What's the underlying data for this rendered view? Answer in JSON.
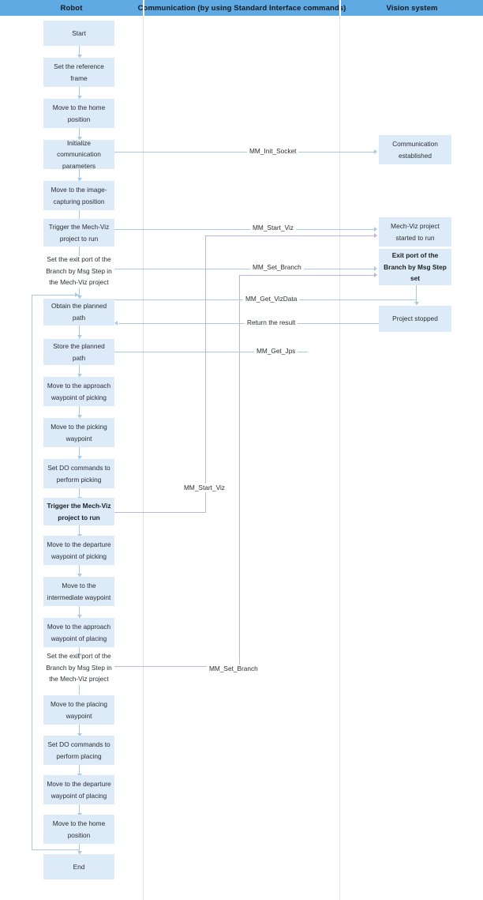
{
  "diagram": {
    "title": "Robot / Communication / Vision system sequence flowchart",
    "colors": {
      "header_band": "#5faae2",
      "node_fill": "#ddeaf7",
      "blue_connector": "#a8c9e4",
      "purple_connector": "#c3b3da",
      "lane_separator": "#e3e3e3"
    }
  },
  "lanes": [
    {
      "id": "robot",
      "label": "Robot"
    },
    {
      "id": "communication",
      "label": "Communication (by using Standard Interface commands)"
    },
    {
      "id": "vision",
      "label": "Vision system"
    }
  ],
  "robot_steps": [
    {
      "id": "start",
      "label": "Start",
      "style": "filled"
    },
    {
      "id": "set-reference",
      "label": "Set the reference frame",
      "style": "filled"
    },
    {
      "id": "move-home-1",
      "label": "Move to the home position",
      "style": "filled"
    },
    {
      "id": "init-comm",
      "label": "Initialize communication parameters",
      "style": "filled"
    },
    {
      "id": "move-image-capture",
      "label": "Move to the image-capturing position",
      "style": "filled"
    },
    {
      "id": "trigger-viz-1",
      "label": "Trigger the Mech-Viz project to run",
      "style": "filled"
    },
    {
      "id": "set-exit-port-1",
      "label": "Set the exit port of the Branch by Msg Step in the Mech-Viz project",
      "style": "plain"
    },
    {
      "id": "obtain-path",
      "label": "Obtain the planned path",
      "style": "filled"
    },
    {
      "id": "store-path",
      "label": "Store the planned path",
      "style": "filled"
    },
    {
      "id": "approach-picking",
      "label": "Move to the approach waypoint of picking",
      "style": "filled"
    },
    {
      "id": "picking-waypoint",
      "label": "Move to the picking waypoint",
      "style": "filled"
    },
    {
      "id": "do-picking",
      "label": "Set DO commands to perform picking",
      "style": "filled"
    },
    {
      "id": "trigger-viz-2",
      "label": "Trigger the Mech-Viz project to run",
      "style": "filled-bold"
    },
    {
      "id": "departure-picking",
      "label": "Move to the departure waypoint of picking",
      "style": "filled"
    },
    {
      "id": "intermediate",
      "label": "Move to the intermediate waypoint",
      "style": "filled"
    },
    {
      "id": "approach-placing",
      "label": "Move to the approach waypoint of placing",
      "style": "filled"
    },
    {
      "id": "set-exit-port-2",
      "label": "Set the exit port of the Branch by Msg Step in the Mech-Viz project",
      "style": "plain"
    },
    {
      "id": "placing-waypoint",
      "label": "Move to the placing waypoint",
      "style": "filled"
    },
    {
      "id": "do-placing",
      "label": "Set DO commands to perform placing",
      "style": "filled"
    },
    {
      "id": "departure-placing",
      "label": "Move to the departure waypoint of placing",
      "style": "filled"
    },
    {
      "id": "move-home-2",
      "label": "Move to the home position",
      "style": "filled"
    },
    {
      "id": "end",
      "label": "End",
      "style": "filled"
    }
  ],
  "vision_steps": [
    {
      "id": "comm-established",
      "label": "Communication established",
      "style": "filled"
    },
    {
      "id": "viz-started",
      "label": "Mech-Viz project started to run",
      "style": "filled"
    },
    {
      "id": "exit-port-set",
      "label": "Exit port of the Branch by Msg Step set",
      "style": "filled-bold"
    },
    {
      "id": "project-stopped",
      "label": "Project stopped",
      "style": "filled"
    }
  ],
  "messages": [
    {
      "id": "msg-init-socket",
      "label": "MM_Init_Socket"
    },
    {
      "id": "msg-start-viz-1",
      "label": "MM_Start_Viz"
    },
    {
      "id": "msg-set-branch-1",
      "label": "MM_Set_Branch"
    },
    {
      "id": "msg-get-vizdata",
      "label": "MM_Get_VizData"
    },
    {
      "id": "msg-return-result",
      "label": "Return the result"
    },
    {
      "id": "msg-get-jps",
      "label": "MM_Get_Jps"
    },
    {
      "id": "msg-start-viz-2",
      "label": "MM_Start_Viz"
    },
    {
      "id": "msg-set-branch-2",
      "label": "MM_Set_Branch"
    }
  ]
}
